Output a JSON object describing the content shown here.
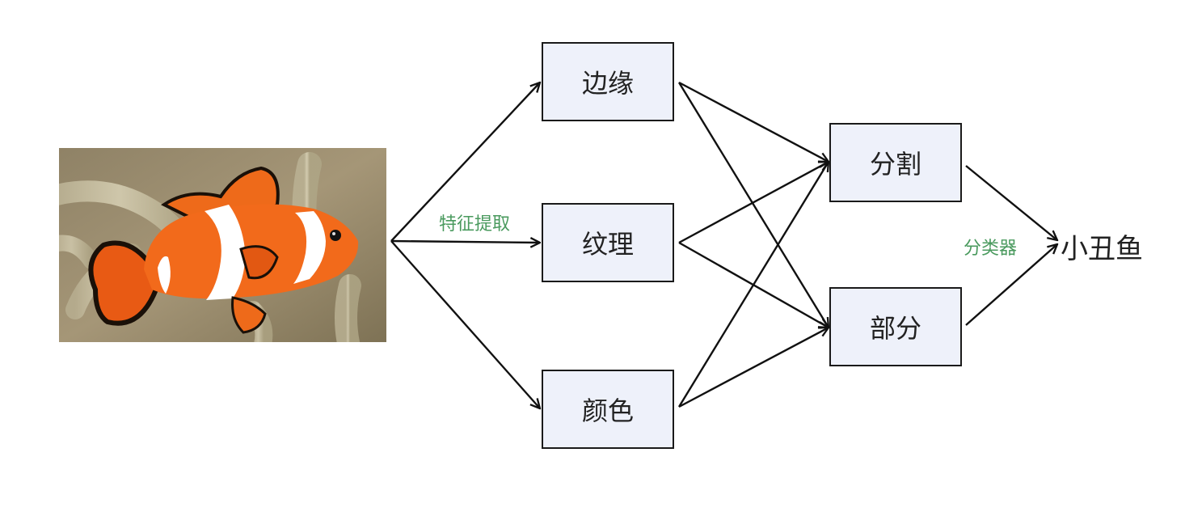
{
  "input_image": {
    "subject": "clownfish"
  },
  "feature_edge_label": "特征提取",
  "features": [
    {
      "id": "edge",
      "label": "边缘"
    },
    {
      "id": "texture",
      "label": "纹理"
    },
    {
      "id": "color",
      "label": "颜色"
    }
  ],
  "intermediates": [
    {
      "id": "segment",
      "label": "分割"
    },
    {
      "id": "part",
      "label": "部分"
    }
  ],
  "classifier_label": "分类器",
  "output_label": "小丑鱼",
  "colors": {
    "node_fill": "#eef1fa",
    "node_border": "#1a1a1a",
    "annotation_text": "#4a9a5e",
    "arrow": "#111111"
  }
}
